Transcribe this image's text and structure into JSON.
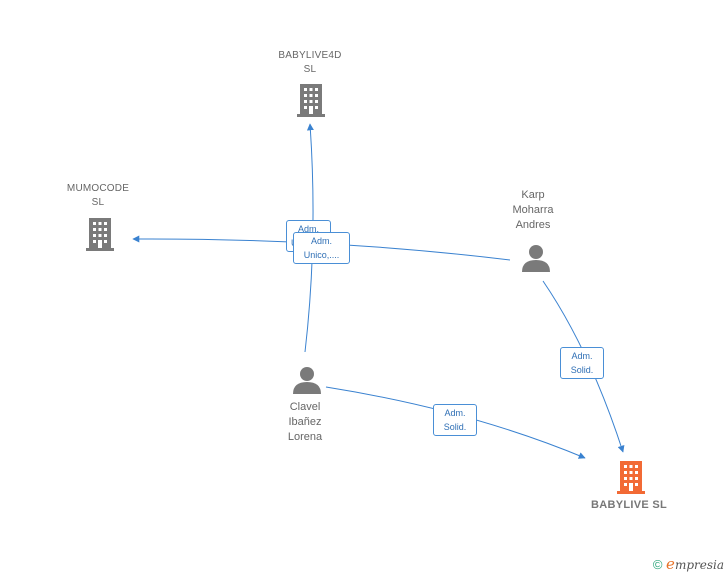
{
  "nodes": {
    "babylive4d": {
      "label": "BABYLIVE4D\nSL",
      "type": "company",
      "color": "#7a7a7a"
    },
    "mumocode": {
      "label": "MUMOCODE\nSL",
      "type": "company",
      "color": "#7a7a7a"
    },
    "karp": {
      "label": "Karp\nMoharra\nAndres",
      "type": "person",
      "color": "#7a7a7a"
    },
    "clavel": {
      "label": "Clavel\nIbañez\nLorena",
      "type": "person",
      "color": "#7a7a7a"
    },
    "babylive": {
      "label": "BABYLIVE  SL",
      "type": "company",
      "color": "#f26a35"
    }
  },
  "edges": [
    {
      "from": "clavel",
      "to": "babylive4d",
      "label": "Adm.\nUnico,...."
    },
    {
      "from": "karp",
      "to": "mumocode",
      "label": "Adm.\nUnico,...."
    },
    {
      "from": "karp",
      "to": "babylive",
      "label": "Adm.\nSolid."
    },
    {
      "from": "clavel",
      "to": "babylive",
      "label": "Adm.\nSolid."
    }
  ],
  "edge_color": "#3a82d0",
  "footer": {
    "copyright": "©",
    "brand_e": "e",
    "brand_rest": "mpresia"
  }
}
